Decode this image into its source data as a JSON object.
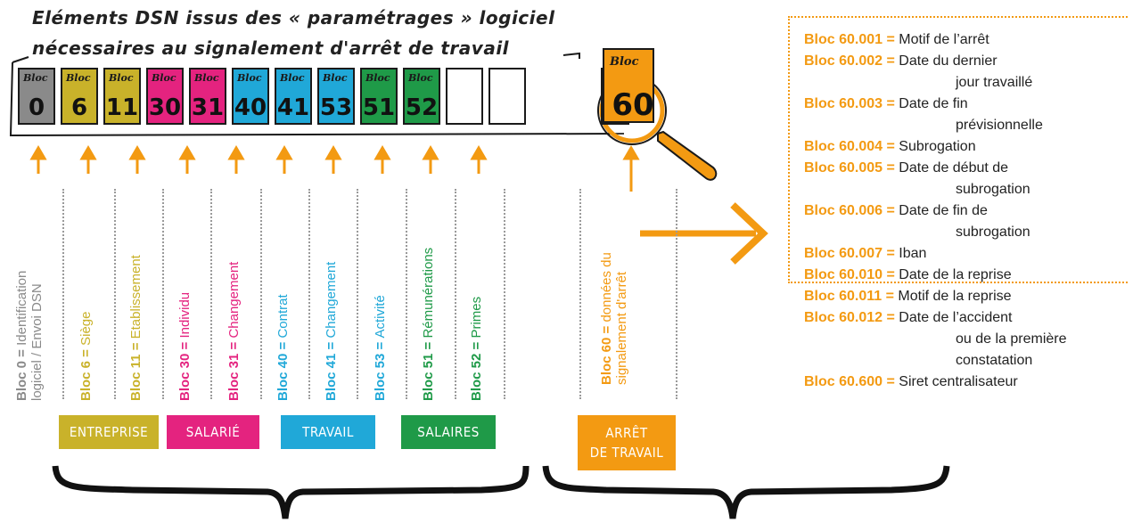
{
  "title": {
    "line1": "Eléments DSN issus des « paramétrages » logiciel",
    "line2": "nécessaires au signalement d'arrêt de travail"
  },
  "cards": [
    {
      "label": "Bloc",
      "num": "0",
      "color": "#8a8a8a"
    },
    {
      "label": "Bloc",
      "num": "6",
      "color": "#c9b22a"
    },
    {
      "label": "Bloc",
      "num": "11",
      "color": "#c9b22a"
    },
    {
      "label": "Bloc",
      "num": "30",
      "color": "#e4237f"
    },
    {
      "label": "Bloc",
      "num": "31",
      "color": "#e4237f"
    },
    {
      "label": "Bloc",
      "num": "40",
      "color": "#20a8d8"
    },
    {
      "label": "Bloc",
      "num": "41",
      "color": "#20a8d8"
    },
    {
      "label": "Bloc",
      "num": "53",
      "color": "#20a8d8"
    },
    {
      "label": "Bloc",
      "num": "51",
      "color": "#1f9a48"
    },
    {
      "label": "Bloc",
      "num": "52",
      "color": "#1f9a48"
    }
  ],
  "big_card": {
    "label": "Bloc",
    "num": "60"
  },
  "vertical_labels": [
    {
      "bold": "Bloc 0 = ",
      "text": "Identification",
      "text2": "logiciel / Envoi DSN",
      "color": "#8a8a8a"
    },
    {
      "bold": "Bloc 6 = ",
      "text": "Siège",
      "color": "#c9b22a"
    },
    {
      "bold": "Bloc 11 = ",
      "text": "Etablissement",
      "color": "#c9b22a"
    },
    {
      "bold": "Bloc 30 = ",
      "text": "Individu",
      "color": "#e4237f"
    },
    {
      "bold": "Bloc 31 = ",
      "text": "Changement",
      "color": "#e4237f"
    },
    {
      "bold": "Bloc 40 = ",
      "text": "Contrat",
      "color": "#20a8d8"
    },
    {
      "bold": "Bloc 41 = ",
      "text": "Changement",
      "color": "#20a8d8"
    },
    {
      "bold": "Bloc 53 = ",
      "text": "Activité",
      "color": "#20a8d8"
    },
    {
      "bold": "Bloc 51 = ",
      "text": "Rémunérations",
      "color": "#1f9a48"
    },
    {
      "bold": "Bloc 52 = ",
      "text": "Primes",
      "color": "#1f9a48"
    },
    {
      "bold": "Bloc 60 = ",
      "text": "données du",
      "text2": "signalement d'arrêt",
      "color": "#f39a12"
    }
  ],
  "tags": [
    {
      "text": "ENTREPRISE",
      "color": "#c9b22a"
    },
    {
      "text": "SALARIÉ",
      "color": "#e4237f"
    },
    {
      "text": "TRAVAIL",
      "color": "#20a8d8"
    },
    {
      "text": "SALAIRES",
      "color": "#1f9a48"
    },
    {
      "text": "ARRÊT",
      "text2": "DE TRAVAIL",
      "color": "#f39a12"
    }
  ],
  "bloc60_details": [
    {
      "key": "Bloc 60.001 = ",
      "value": "Motif de l’arrêt"
    },
    {
      "key": "Bloc 60.002 = ",
      "value": "Date du dernier",
      "value2": "jour travaillé"
    },
    {
      "key": "Bloc 60.003 = ",
      "value": "Date de fin",
      "value2": "prévisionnelle"
    },
    {
      "key": "Bloc 60.004 = ",
      "value": "Subrogation"
    },
    {
      "key": "Bloc 60.005 = ",
      "value": "Date de début de",
      "value2": "subrogation"
    },
    {
      "key": "Bloc 60.006 = ",
      "value": "Date de fin de",
      "value2": "subrogation"
    },
    {
      "key": "Bloc 60.007 = ",
      "value": "Iban"
    },
    {
      "key": "Bloc 60.010 = ",
      "value": "Date de la reprise"
    },
    {
      "key": "Bloc 60.011 = ",
      "value": "Motif de la reprise"
    },
    {
      "key": "Bloc 60.012 = ",
      "value": "Date de l’accident",
      "value2": "ou de la première",
      "value3": "constatation"
    },
    {
      "key": "Bloc 60.600 = ",
      "value": "Siret centralisateur"
    }
  ],
  "colors": {
    "orange": "#f39a12",
    "grey": "#8a8a8a",
    "yellow": "#c9b22a",
    "pink": "#e4237f",
    "blue": "#20a8d8",
    "green": "#1f9a48"
  }
}
